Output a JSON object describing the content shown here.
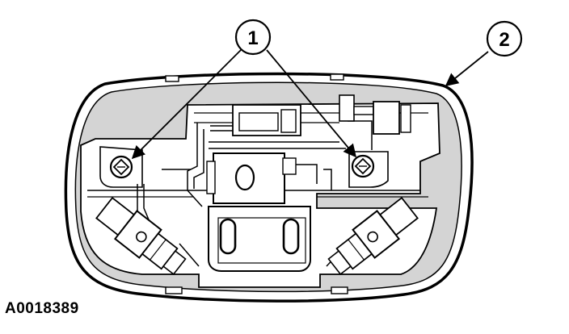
{
  "callouts": [
    {
      "label": "1"
    },
    {
      "label": "2"
    }
  ],
  "figure_id": "A0018389",
  "colors": {
    "line": "#000000",
    "shade": "#d4d4d4",
    "background": "#ffffff"
  }
}
